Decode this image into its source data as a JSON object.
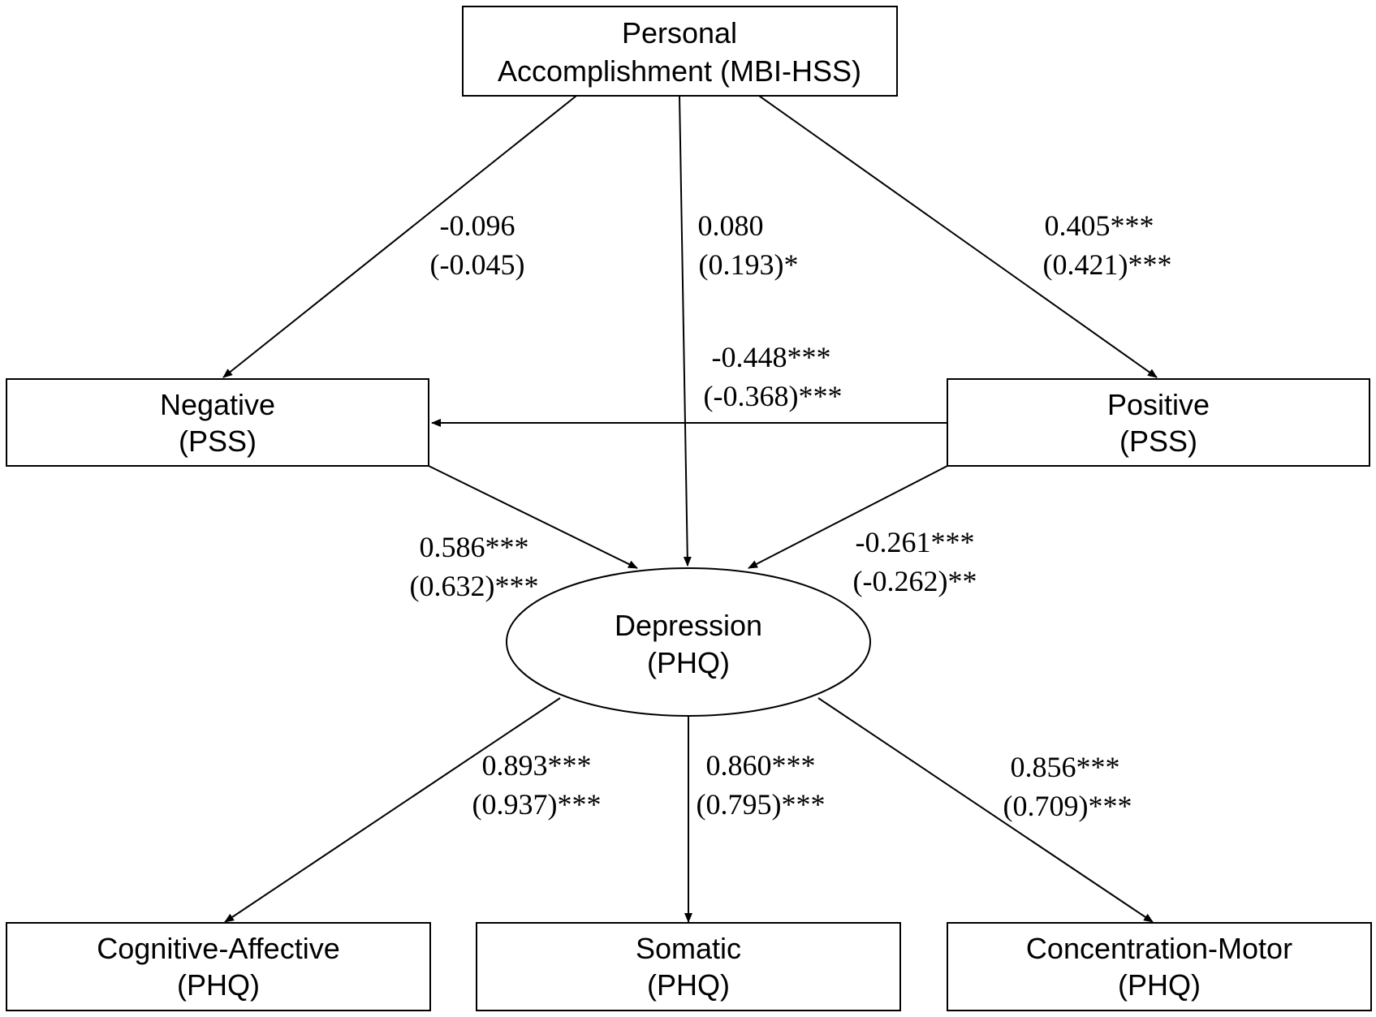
{
  "nodes": {
    "personal_accomplishment": {
      "line1": "Personal",
      "line2": "Accomplishment (MBI-HSS)"
    },
    "negative": {
      "line1": "Negative",
      "line2": "(PSS)"
    },
    "positive": {
      "line1": "Positive",
      "line2": "(PSS)"
    },
    "depression": {
      "line1": "Depression",
      "line2": "(PHQ)"
    },
    "cognitive_affective": {
      "line1": "Cognitive-Affective",
      "line2": "(PHQ)"
    },
    "somatic": {
      "line1": "Somatic",
      "line2": "(PHQ)"
    },
    "concentration_motor": {
      "line1": "Concentration-Motor",
      "line2": "(PHQ)"
    }
  },
  "paths": {
    "pa_to_negative": {
      "line1": "-0.096",
      "line2": "(-0.045)"
    },
    "pa_to_depression": {
      "line1": "0.080",
      "line2": "(0.193)*"
    },
    "pa_to_positive": {
      "line1": "0.405***",
      "line2": "(0.421)***"
    },
    "positive_to_negative": {
      "line1": "-0.448***",
      "line2": "(-0.368)***"
    },
    "negative_to_depression": {
      "line1": "0.586***",
      "line2": "(0.632)***"
    },
    "positive_to_depression": {
      "line1": "-0.261***",
      "line2": "(-0.262)**"
    },
    "depression_to_cognitive": {
      "line1": "0.893***",
      "line2": "(0.937)***"
    },
    "depression_to_somatic": {
      "line1": "0.860***",
      "line2": "(0.795)***"
    },
    "depression_to_concentration": {
      "line1": "0.856***",
      "line2": "(0.709)***"
    }
  }
}
